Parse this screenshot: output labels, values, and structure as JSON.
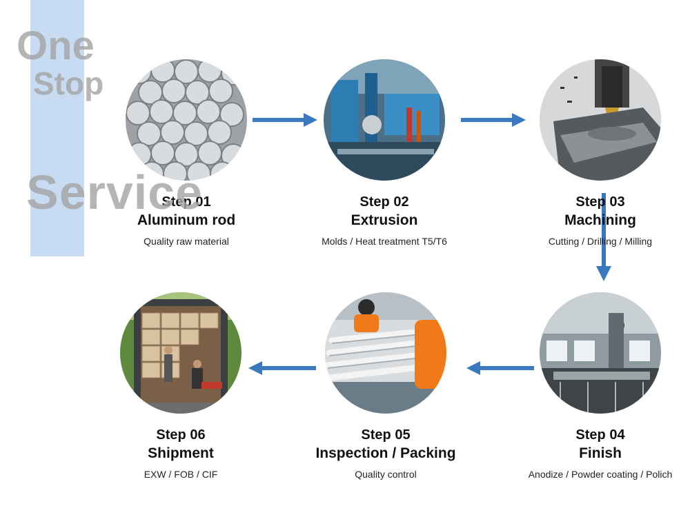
{
  "background_text": {
    "line1": "One",
    "line2": "Stop",
    "line3": "Service"
  },
  "arrow_color": "#3a78c0",
  "steps": [
    {
      "number": "Step 01",
      "title": "Aluminum rod",
      "description": "Quality raw material",
      "icon": "aluminum-rods-photo"
    },
    {
      "number": "Step 02",
      "title": "Extrusion",
      "description": "Molds / Heat treatment T5/T6",
      "icon": "extrusion-machine-photo"
    },
    {
      "number": "Step 03",
      "title": "Machining",
      "description": "Cutting / Drilling / Milling",
      "icon": "cnc-milling-photo"
    },
    {
      "number": "Step 04",
      "title": "Finish",
      "description": "Anodize / Powder coating / Polich",
      "icon": "finishing-workshop-photo"
    },
    {
      "number": "Step 05",
      "title": "Inspection / Packing",
      "description": "Quality control",
      "icon": "inspection-photo"
    },
    {
      "number": "Step 06",
      "title": "Shipment",
      "description": "EXW / FOB / CIF",
      "icon": "container-loading-photo"
    }
  ]
}
